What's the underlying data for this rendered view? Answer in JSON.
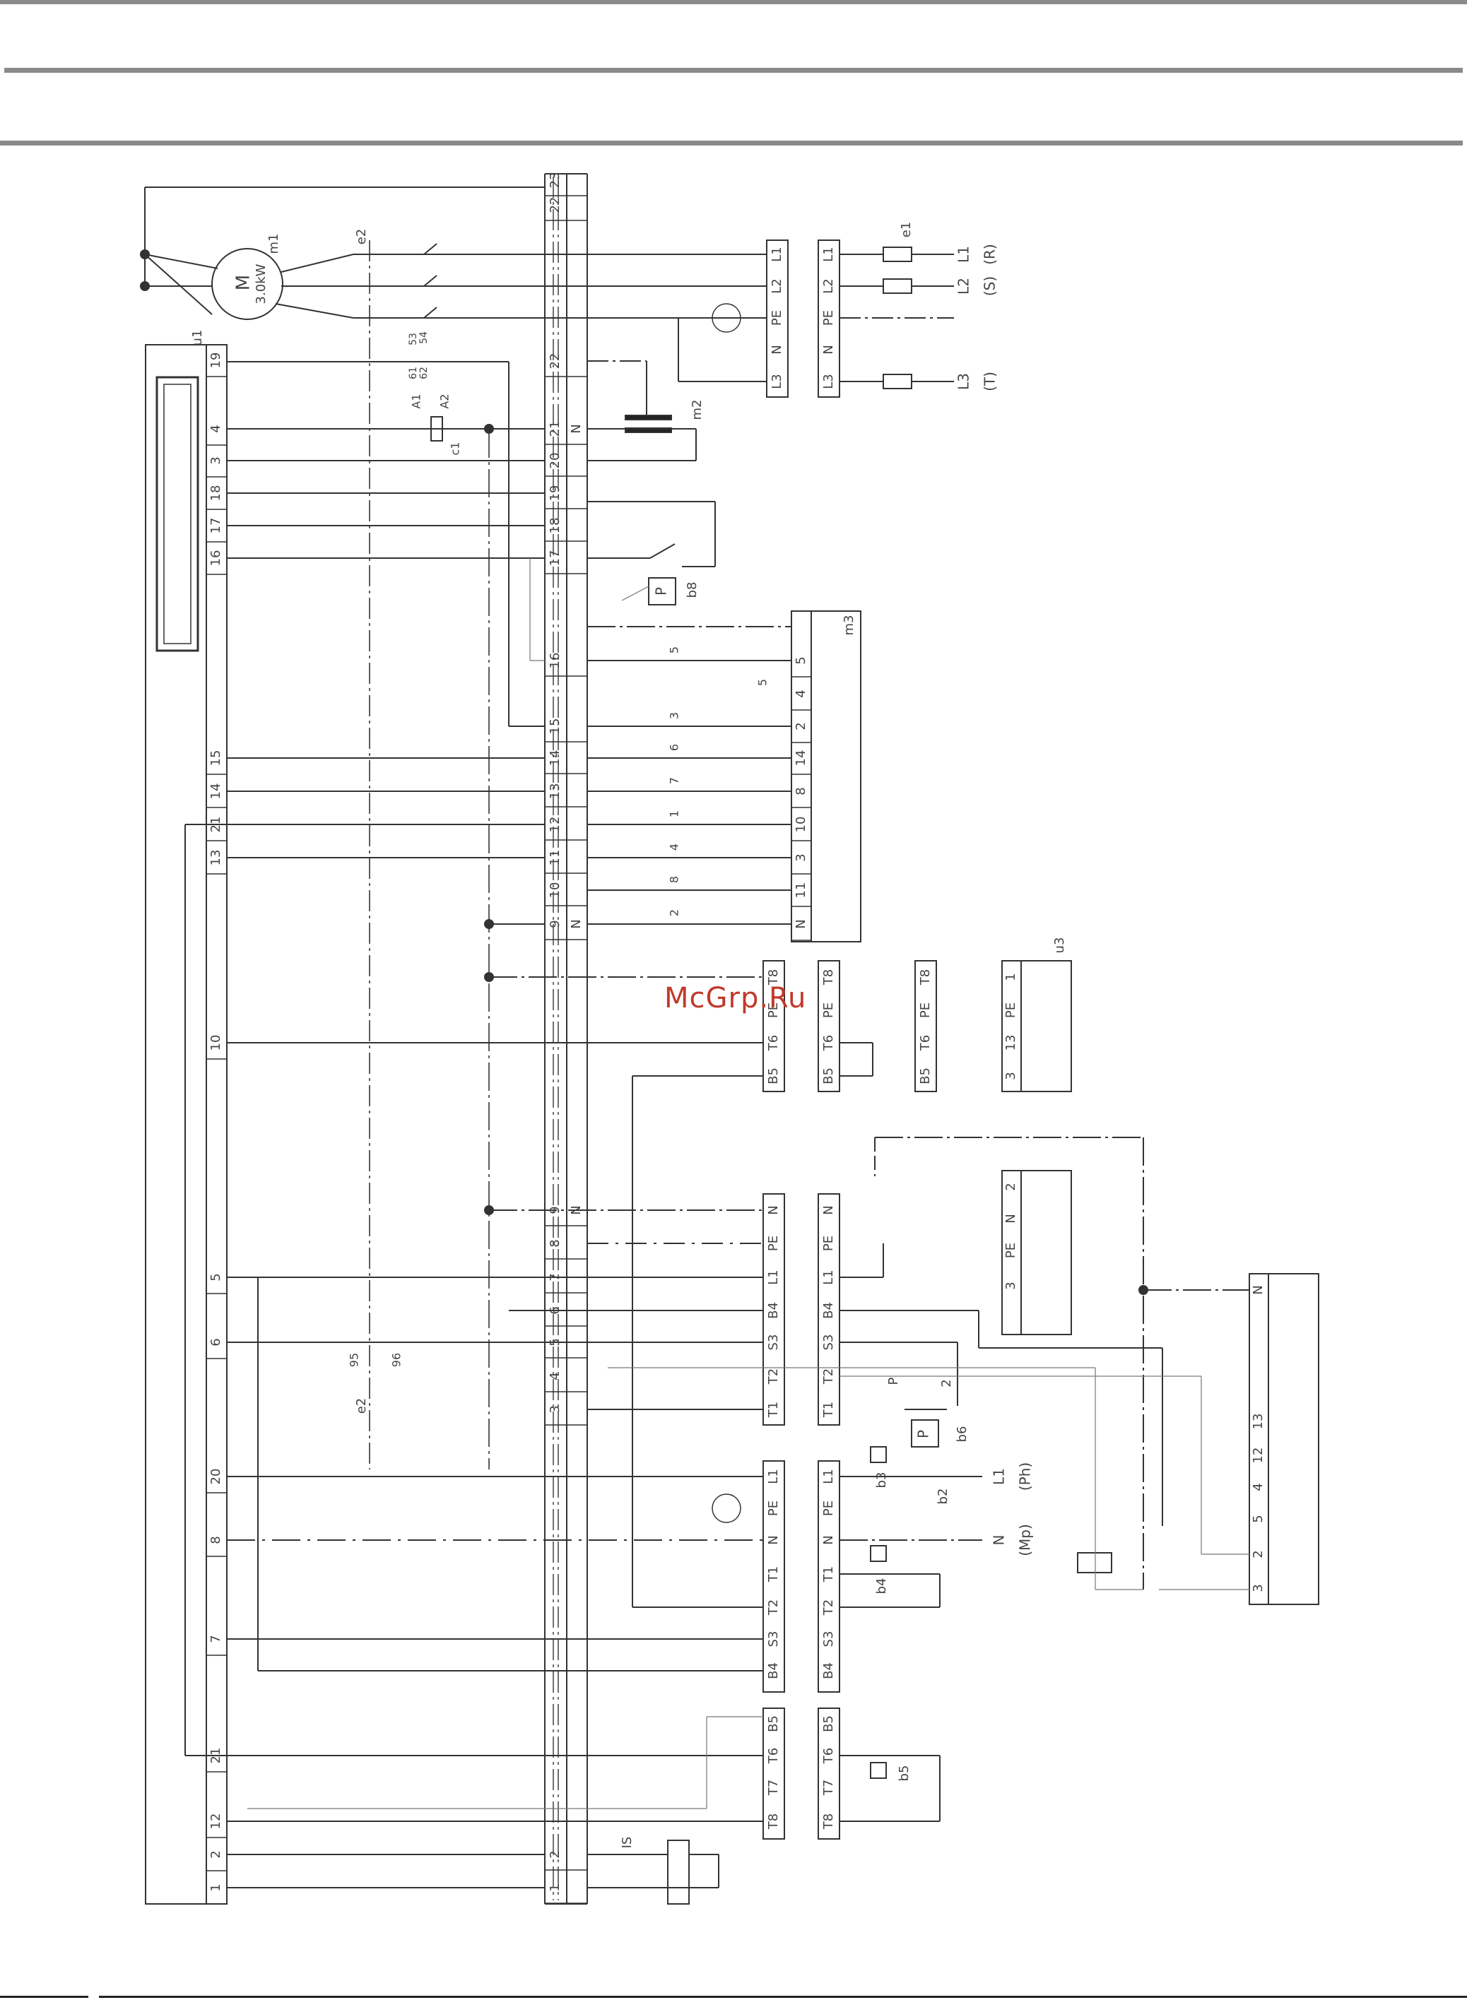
{
  "diagram": {
    "type": "wiring-schematic",
    "watermark": "McGrp.Ru",
    "colors": {
      "line": "#333333",
      "thin": "#555555",
      "watermark": "#c0392b",
      "rules": "#8a8a8a"
    },
    "motor": {
      "symbol": "M",
      "rating": "3.0kW",
      "ref": "m1"
    },
    "motor_contactor": {
      "ref": "e2",
      "aux_contacts": [
        "53",
        "54",
        "61",
        "62"
      ]
    },
    "coil": {
      "ref": "c1",
      "terminals": [
        "A1",
        "A2"
      ]
    },
    "fuse_block": {
      "ref": "e1",
      "lines": [
        "L1",
        "L2",
        "L3"
      ],
      "phases": [
        "(R)",
        "(S)",
        "(T)"
      ]
    },
    "transformer": "m2",
    "controller": "u1",
    "pressure_switches": [
      "b8",
      "b6"
    ],
    "pump_module": "m3",
    "module_u3": "u3",
    "overload": {
      "ref": "e2",
      "terminals": [
        "95",
        "96"
      ]
    },
    "switches": [
      "b2",
      "b3",
      "b4",
      "b5",
      "IS"
    ],
    "supply2": {
      "lines": [
        "L1",
        "N"
      ],
      "labels": [
        "(Ph)",
        "(Mp)"
      ]
    },
    "u1_terminals": [
      "19",
      "4",
      "3",
      "18",
      "17",
      "16",
      "15",
      "14",
      "21",
      "13",
      "10",
      "5",
      "6",
      "20",
      "8",
      "7",
      "21",
      "12",
      "2",
      "1"
    ],
    "main_terminals": [
      "23",
      "22",
      "22",
      "21",
      "20",
      "19",
      "18",
      "17",
      "16",
      "15",
      "14",
      "13",
      "12",
      "11",
      "10",
      "9",
      "9",
      "8",
      "7",
      "6",
      "5",
      "4",
      "3",
      "2",
      "1"
    ],
    "main_terminal_marks": [
      "",
      "",
      "",
      "N",
      "",
      "",
      "",
      "",
      "",
      "",
      "",
      "",
      "",
      "",
      "",
      "N",
      "N",
      "",
      "",
      "",
      "",
      "",
      "",
      "",
      ""
    ],
    "supply_connector": [
      "L1",
      "L2",
      "PE",
      "N",
      "L3"
    ],
    "m3_pins": [
      "5",
      "4",
      "2",
      "14",
      "8",
      "10",
      "3",
      "11",
      "N"
    ],
    "m3_wire_labels": [
      "5",
      "3",
      "6",
      "7",
      "1",
      "4",
      "8",
      "2"
    ],
    "jumper_label": "5",
    "conn_u3": [
      "T8",
      "PE",
      "T6",
      "B5"
    ],
    "u3_pins": [
      "1",
      "PE",
      "13",
      "3"
    ],
    "conn_b": [
      "N",
      "PE",
      "L1",
      "B4",
      "S3",
      "T2",
      "T1"
    ],
    "conn_c": [
      "L1",
      "PE",
      "N",
      "T1",
      "T2",
      "S3",
      "B4"
    ],
    "conn_d": [
      "B5",
      "T6",
      "T7",
      "T8"
    ],
    "right_block": [
      "N",
      "13",
      "12",
      "4",
      "5",
      "2",
      "3"
    ],
    "b6_pins": [
      "P",
      "2"
    ],
    "p_label": "P"
  }
}
